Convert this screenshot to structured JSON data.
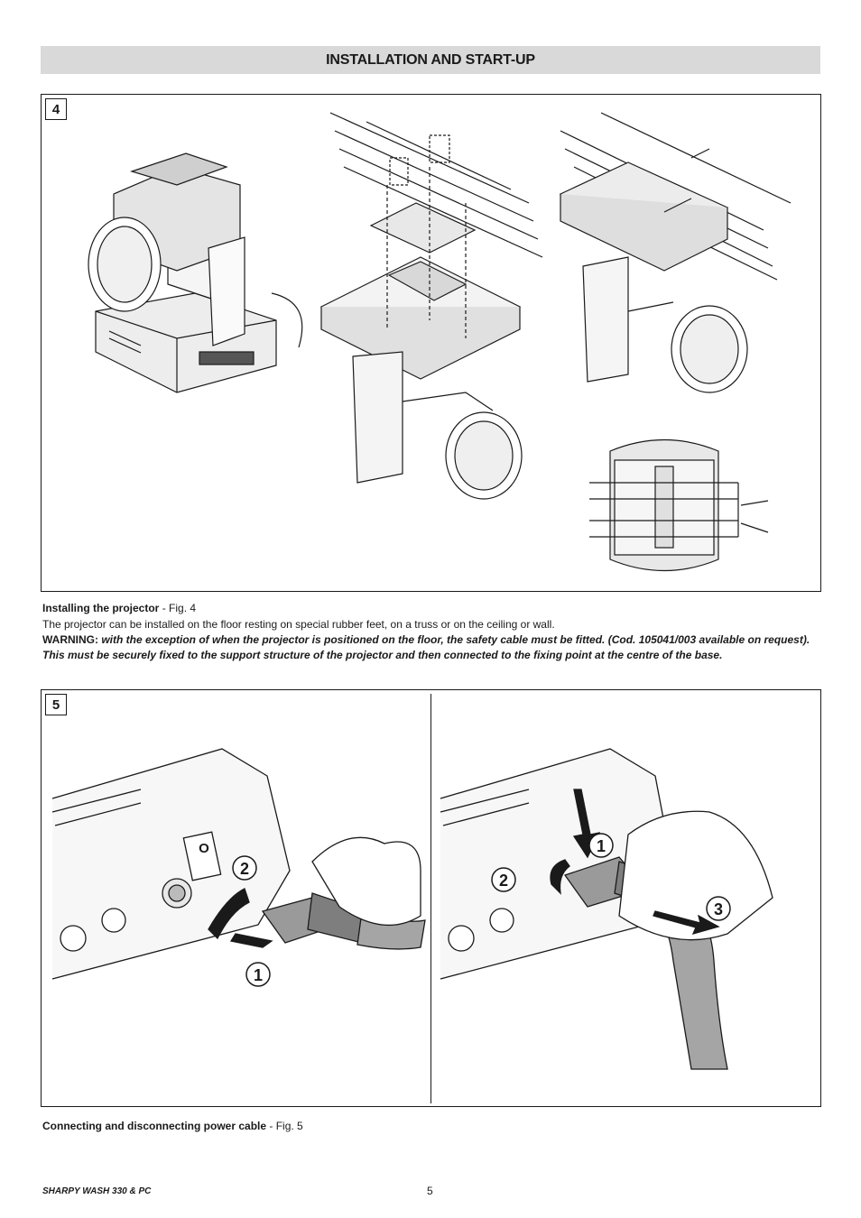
{
  "header": {
    "title": "INSTALLATION AND START-UP"
  },
  "figure4": {
    "number": "4",
    "caption_title": "Installing the projector",
    "caption_ref": " - Fig. 4",
    "paragraph": "The projector can be installed on the floor resting on special rubber feet, on a truss or on the ceiling or wall.",
    "warning_label": "WARNING:",
    "warning_text": " with the exception of when the projector is positioned on the floor, the safety cable must be fitted. (Cod. 105041/003 available on request).",
    "warning_text2": "This must be securely fixed to the support structure of the projector and then connected to the fixing point at the centre of the base."
  },
  "figure5": {
    "number": "5",
    "caption_title": "Connecting and disconnecting power cable",
    "caption_ref": " - Fig. 5",
    "left_labels": [
      "2",
      "1"
    ],
    "right_labels": [
      "1",
      "2",
      "3"
    ],
    "switch_label": "O"
  },
  "footer": {
    "product": "SHARPY WASH 330 & PC",
    "page": "5"
  }
}
